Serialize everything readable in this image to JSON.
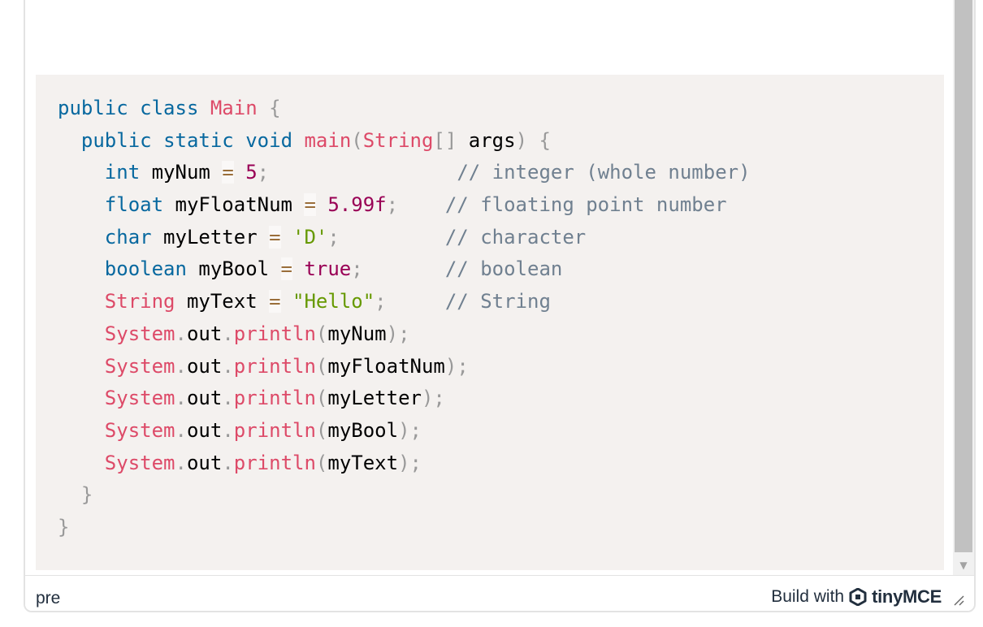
{
  "editor": {
    "code_lines": [
      [
        {
          "t": "public",
          "c": "kw"
        },
        {
          "t": " "
        },
        {
          "t": "class",
          "c": "kw"
        },
        {
          "t": " "
        },
        {
          "t": "Main",
          "c": "cls"
        },
        {
          "t": " "
        },
        {
          "t": "{",
          "c": "punc"
        }
      ],
      [
        {
          "t": "  "
        },
        {
          "t": "public",
          "c": "kw"
        },
        {
          "t": " "
        },
        {
          "t": "static",
          "c": "kw"
        },
        {
          "t": " "
        },
        {
          "t": "void",
          "c": "kw"
        },
        {
          "t": " "
        },
        {
          "t": "main",
          "c": "fn"
        },
        {
          "t": "(",
          "c": "punc"
        },
        {
          "t": "String",
          "c": "cls"
        },
        {
          "t": "[]",
          "c": "punc"
        },
        {
          "t": " args"
        },
        {
          "t": ")",
          "c": "punc"
        },
        {
          "t": " "
        },
        {
          "t": "{",
          "c": "punc"
        }
      ],
      [
        {
          "t": "    "
        },
        {
          "t": "int",
          "c": "kw"
        },
        {
          "t": " myNum "
        },
        {
          "t": "=",
          "c": "op"
        },
        {
          "t": " "
        },
        {
          "t": "5",
          "c": "num"
        },
        {
          "t": ";",
          "c": "punc"
        },
        {
          "t": "                "
        },
        {
          "t": "// integer (whole number)",
          "c": "cmt"
        }
      ],
      [
        {
          "t": "    "
        },
        {
          "t": "float",
          "c": "kw"
        },
        {
          "t": " myFloatNum "
        },
        {
          "t": "=",
          "c": "op"
        },
        {
          "t": " "
        },
        {
          "t": "5.99f",
          "c": "num"
        },
        {
          "t": ";",
          "c": "punc"
        },
        {
          "t": "    "
        },
        {
          "t": "// floating point number",
          "c": "cmt"
        }
      ],
      [
        {
          "t": "    "
        },
        {
          "t": "char",
          "c": "kw"
        },
        {
          "t": " myLetter "
        },
        {
          "t": "=",
          "c": "op"
        },
        {
          "t": " "
        },
        {
          "t": "'D'",
          "c": "str"
        },
        {
          "t": ";",
          "c": "punc"
        },
        {
          "t": "         "
        },
        {
          "t": "// character",
          "c": "cmt"
        }
      ],
      [
        {
          "t": "    "
        },
        {
          "t": "boolean",
          "c": "kw"
        },
        {
          "t": " myBool "
        },
        {
          "t": "=",
          "c": "op"
        },
        {
          "t": " "
        },
        {
          "t": "true",
          "c": "num"
        },
        {
          "t": ";",
          "c": "punc"
        },
        {
          "t": "       "
        },
        {
          "t": "// boolean",
          "c": "cmt"
        }
      ],
      [
        {
          "t": "    "
        },
        {
          "t": "String",
          "c": "cls"
        },
        {
          "t": " myText "
        },
        {
          "t": "=",
          "c": "op"
        },
        {
          "t": " "
        },
        {
          "t": "\"Hello\"",
          "c": "str"
        },
        {
          "t": ";",
          "c": "punc"
        },
        {
          "t": "     "
        },
        {
          "t": "// String",
          "c": "cmt"
        }
      ],
      [
        {
          "t": "    "
        },
        {
          "t": "System",
          "c": "cls"
        },
        {
          "t": ".",
          "c": "punc"
        },
        {
          "t": "out"
        },
        {
          "t": ".",
          "c": "punc"
        },
        {
          "t": "println",
          "c": "fn"
        },
        {
          "t": "(",
          "c": "punc"
        },
        {
          "t": "myNum"
        },
        {
          "t": ");",
          "c": "punc"
        }
      ],
      [
        {
          "t": "    "
        },
        {
          "t": "System",
          "c": "cls"
        },
        {
          "t": ".",
          "c": "punc"
        },
        {
          "t": "out"
        },
        {
          "t": ".",
          "c": "punc"
        },
        {
          "t": "println",
          "c": "fn"
        },
        {
          "t": "(",
          "c": "punc"
        },
        {
          "t": "myFloatNum"
        },
        {
          "t": ");",
          "c": "punc"
        }
      ],
      [
        {
          "t": "    "
        },
        {
          "t": "System",
          "c": "cls"
        },
        {
          "t": ".",
          "c": "punc"
        },
        {
          "t": "out"
        },
        {
          "t": ".",
          "c": "punc"
        },
        {
          "t": "println",
          "c": "fn"
        },
        {
          "t": "(",
          "c": "punc"
        },
        {
          "t": "myLetter"
        },
        {
          "t": ");",
          "c": "punc"
        }
      ],
      [
        {
          "t": "    "
        },
        {
          "t": "System",
          "c": "cls"
        },
        {
          "t": ".",
          "c": "punc"
        },
        {
          "t": "out"
        },
        {
          "t": ".",
          "c": "punc"
        },
        {
          "t": "println",
          "c": "fn"
        },
        {
          "t": "(",
          "c": "punc"
        },
        {
          "t": "myBool"
        },
        {
          "t": ");",
          "c": "punc"
        }
      ],
      [
        {
          "t": "    "
        },
        {
          "t": "System",
          "c": "cls"
        },
        {
          "t": ".",
          "c": "punc"
        },
        {
          "t": "out"
        },
        {
          "t": ".",
          "c": "punc"
        },
        {
          "t": "println",
          "c": "fn"
        },
        {
          "t": "(",
          "c": "punc"
        },
        {
          "t": "myText"
        },
        {
          "t": ");",
          "c": "punc"
        }
      ],
      [
        {
          "t": "  "
        },
        {
          "t": "}",
          "c": "punc"
        }
      ],
      [
        {
          "t": "}",
          "c": "punc"
        }
      ]
    ]
  },
  "statusbar": {
    "path": "pre",
    "build_with": "Build with",
    "brand": "tinyMCE",
    "brand_icon": "tinymce-logo-icon"
  },
  "colors": {
    "code_background": "#f4f1ef",
    "keyword": "#07689f",
    "class_name": "#dd4a68",
    "number": "#990055",
    "string": "#669900",
    "comment": "#708090",
    "punctuation": "#999999",
    "operator": "#9a6e3a"
  }
}
